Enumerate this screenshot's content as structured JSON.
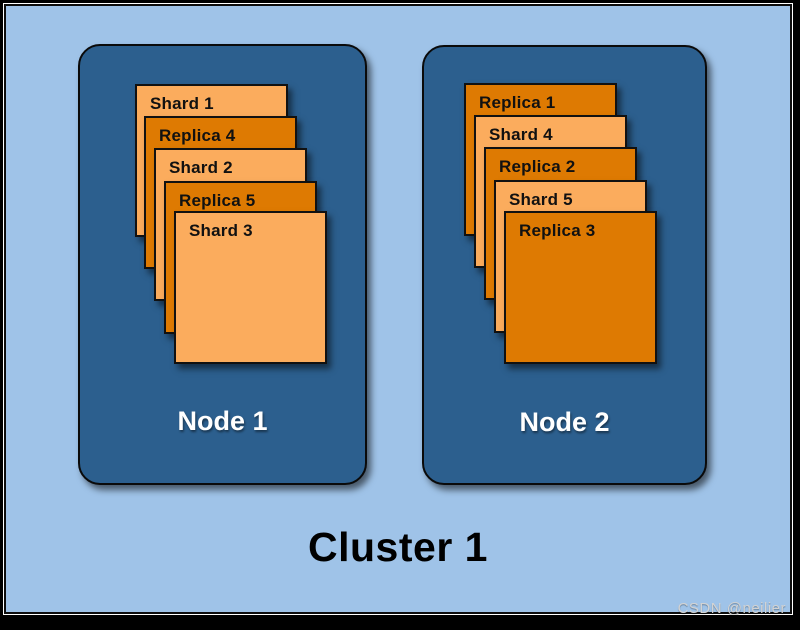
{
  "diagram": {
    "cluster": {
      "label": "Cluster 1",
      "nodes": [
        {
          "label": "Node 1",
          "cards": [
            {
              "label": "Shard 1",
              "type": "shard"
            },
            {
              "label": "Replica 4",
              "type": "replica"
            },
            {
              "label": "Shard 2",
              "type": "shard"
            },
            {
              "label": "Replica 5",
              "type": "replica"
            },
            {
              "label": "Shard 3",
              "type": "shard"
            }
          ]
        },
        {
          "label": "Node 2",
          "cards": [
            {
              "label": "Replica 1",
              "type": "replica"
            },
            {
              "label": "Shard 4",
              "type": "shard"
            },
            {
              "label": "Replica 2",
              "type": "replica"
            },
            {
              "label": "Shard 5",
              "type": "shard"
            },
            {
              "label": "Replica 3",
              "type": "replica"
            }
          ]
        }
      ]
    },
    "watermark": "CSDN @neilier",
    "colors": {
      "frame_mat": "#000000",
      "frame_pinstripe": "#ffffff",
      "slide_background": "#9fc3e8",
      "node_fill": "#2c5f8e",
      "node_border": "#0a0a0a",
      "shard_fill": "#fbac5d",
      "replica_fill": "#de7a02",
      "card_border": "#111111",
      "node_label_color": "#ffffff",
      "cluster_label_color": "#000000",
      "watermark_color": "#d3d3d3"
    }
  }
}
